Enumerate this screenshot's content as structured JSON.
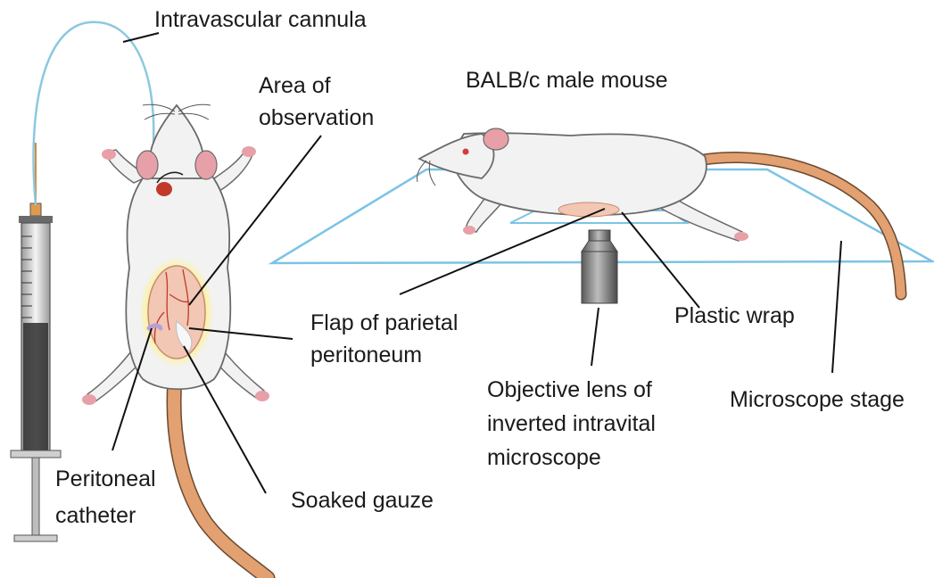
{
  "labels": {
    "intravascular_cannula": "Intravascular cannula",
    "area_of_observation_l1": "Area of",
    "area_of_observation_l2": "observation",
    "balbc_mouse": "BALB/c male mouse",
    "flap_l1": "Flap of parietal",
    "flap_l2": "peritoneum",
    "plastic_wrap": "Plastic wrap",
    "objective_l1": "Objective lens of",
    "objective_l2": "inverted intravital",
    "objective_l3": "microscope",
    "microscope_stage": "Microscope stage",
    "peritoneal_l1": "Peritoneal",
    "peritoneal_l2": "catheter",
    "soaked_gauze": "Soaked gauze"
  },
  "colors": {
    "fur": "#f2f2f2",
    "fur_outline": "#6a6a6a",
    "ear_pink": "#e8a0a8",
    "tail": "#e3a070",
    "cannula": "#8cc8e0",
    "stage": "#7cc4e4",
    "peritoneum": "#f2c7b4",
    "vessel": "#c0392b",
    "glow": "#fbf2a8",
    "lens": "#7a7a7a"
  }
}
